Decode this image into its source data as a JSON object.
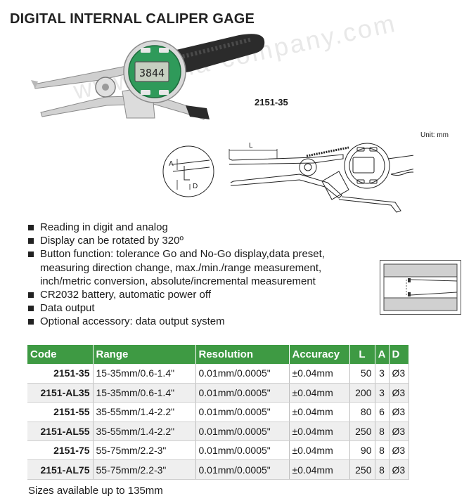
{
  "title": "DIGITAL INTERNAL CALIPER GAGE",
  "watermark": "www.china-company.com",
  "display_reading": "3844",
  "model_label": "2151-35",
  "unit_label": "Unit: mm",
  "drawing_labels": {
    "l": "L",
    "a": "A",
    "d": "D"
  },
  "features": [
    "Reading in digit and analog",
    "Display can be rotated by 320º",
    "Button function: tolerance Go and No-Go display,data preset,",
    "measuring direction change, max./min./range measurement,",
    "inch/metric conversion, absolute/incremental measurement",
    "CR2032 battery, automatic power off",
    "Data output",
    "Optional accessory: data output system"
  ],
  "table": {
    "headers": [
      "Code",
      "Range",
      "Resolution",
      "Accuracy",
      "L",
      "A",
      "D"
    ],
    "rows": [
      [
        "2151-35",
        "15-35mm/0.6-1.4\"",
        "0.01mm/0.0005\"",
        "±0.04mm",
        "50",
        "3",
        "Ø3"
      ],
      [
        "2151-AL35",
        "15-35mm/0.6-1.4\"",
        "0.01mm/0.0005\"",
        "±0.04mm",
        "200",
        "3",
        "Ø3"
      ],
      [
        "2151-55",
        "35-55mm/1.4-2.2\"",
        "0.01mm/0.0005\"",
        "±0.04mm",
        "80",
        "6",
        "Ø3"
      ],
      [
        "2151-AL55",
        "35-55mm/1.4-2.2\"",
        "0.01mm/0.0005\"",
        "±0.04mm",
        "250",
        "8",
        "Ø3"
      ],
      [
        "2151-75",
        "55-75mm/2.2-3\"",
        "0.01mm/0.0005\"",
        "±0.04mm",
        "90",
        "8",
        "Ø3"
      ],
      [
        "2151-AL75",
        "55-75mm/2.2-3\"",
        "0.01mm/0.0005\"",
        "±0.04mm",
        "250",
        "8",
        "Ø3"
      ]
    ]
  },
  "footnote": "Sizes available up to 135mm",
  "colors": {
    "header_green": "#3e9a43",
    "body_green": "#2f9a5a",
    "handle": "#2b2b2b"
  }
}
